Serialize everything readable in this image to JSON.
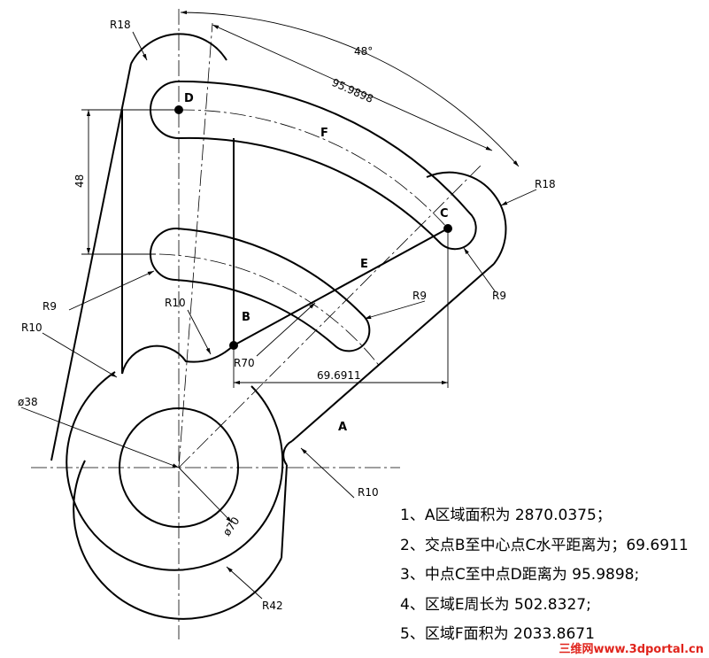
{
  "dimensions": {
    "r18_top": "R18",
    "angle": "48°",
    "arc_length": "95.9898",
    "r18_right": "R18",
    "height_48": "48",
    "r9_left": "R9",
    "r9_right_upper": "R9",
    "r9_right_lower": "R9",
    "r10_left": "R10",
    "r10_inner": "R10",
    "r70": "R70",
    "horizontal": "69.6911",
    "dia38": "ø38",
    "dia70": "ø70",
    "r10_bottom": "R10",
    "r42": "R42"
  },
  "points": {
    "a": "A",
    "b": "B",
    "c": "C",
    "d": "D",
    "e": "E",
    "f": "F"
  },
  "notes": [
    "1、A区域面积为 2870.0375；",
    "2、交点B至中心点C水平距离为；69.6911",
    "3、中点C至中点D距离为 95.9898;",
    "4、区域E周长为 502.8327;",
    "5、区域F面积为 2033.8671"
  ],
  "watermark": "三维网www.3dportal.cn",
  "colors": {
    "line": "#000000",
    "watermark": "#e0241c"
  }
}
